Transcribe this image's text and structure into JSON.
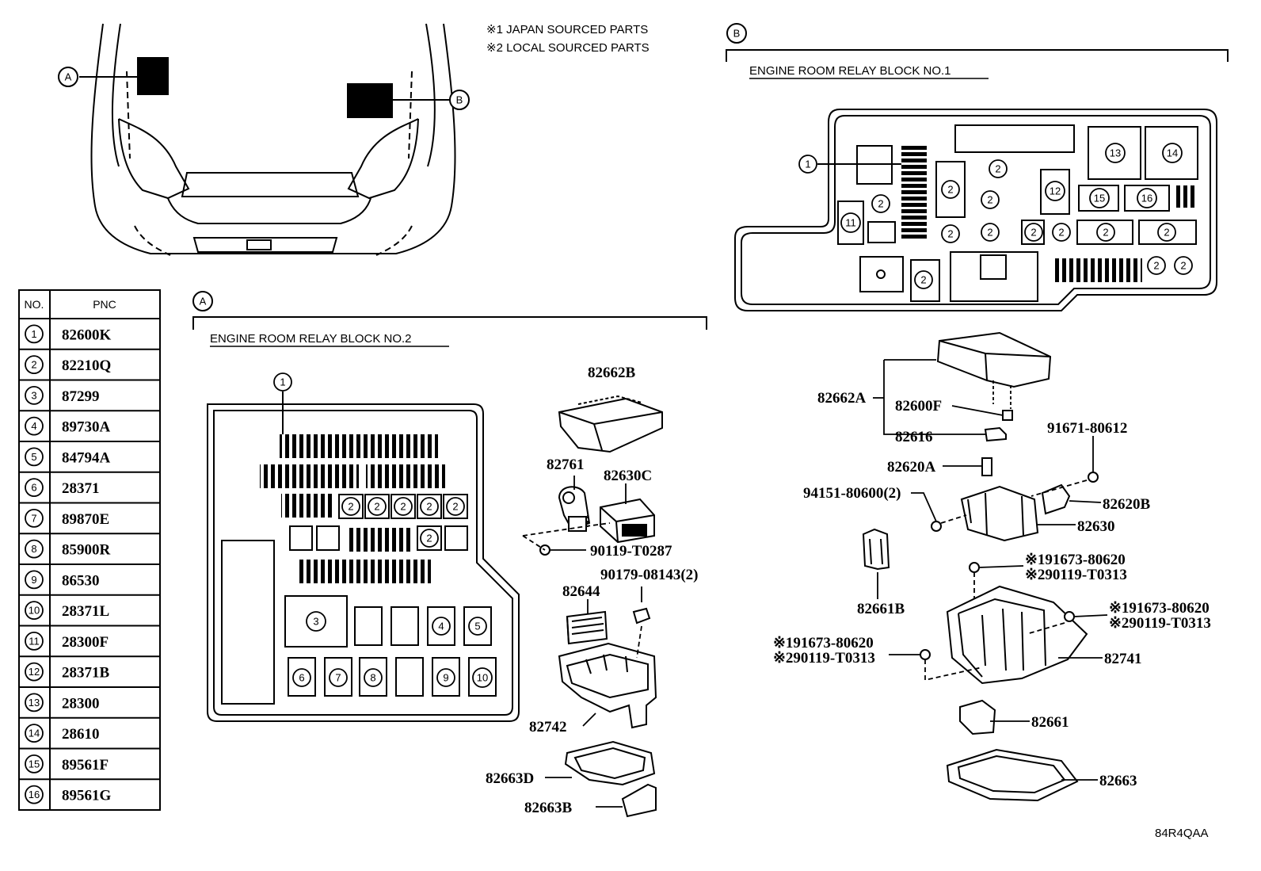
{
  "notes": [
    "※1 JAPAN SOURCED PARTS",
    "※2 LOCAL SOURCED PARTS"
  ],
  "locator": {
    "a": "A",
    "b": "B"
  },
  "section_a": {
    "marker": "A",
    "title": "ENGINE ROOM RELAY BLOCK NO.2"
  },
  "section_b": {
    "marker": "B",
    "title": "ENGINE ROOM RELAY BLOCK NO.1"
  },
  "table": {
    "head_no": "NO.",
    "head_pnc": "PNC",
    "rows": [
      {
        "no": "1",
        "pnc": "82600K"
      },
      {
        "no": "2",
        "pnc": "82210Q"
      },
      {
        "no": "3",
        "pnc": "87299"
      },
      {
        "no": "4",
        "pnc": "89730A"
      },
      {
        "no": "5",
        "pnc": "84794A"
      },
      {
        "no": "6",
        "pnc": "28371"
      },
      {
        "no": "7",
        "pnc": "89870E"
      },
      {
        "no": "8",
        "pnc": "85900R"
      },
      {
        "no": "9",
        "pnc": "86530"
      },
      {
        "no": "10",
        "pnc": "28371L"
      },
      {
        "no": "11",
        "pnc": "28300F"
      },
      {
        "no": "12",
        "pnc": "28371B"
      },
      {
        "no": "13",
        "pnc": "28300"
      },
      {
        "no": "14",
        "pnc": "28610"
      },
      {
        "no": "15",
        "pnc": "89561F"
      },
      {
        "no": "16",
        "pnc": "89561G"
      }
    ]
  },
  "block_a": {
    "c1": "1",
    "c2": "2",
    "c3": "3",
    "c4": "4",
    "c5": "5",
    "c6": "6",
    "c7": "7",
    "c8": "8",
    "c9": "9",
    "c10": "10"
  },
  "block_b": {
    "c1": "1",
    "c2": "2",
    "c11": "11",
    "c12": "12",
    "c13": "13",
    "c14": "14",
    "c15": "15",
    "c16": "16"
  },
  "parts_a": {
    "p82662B": "82662B",
    "p82761": "82761",
    "p82630C": "82630C",
    "p90119T0287": "90119-T0287",
    "p90179": "90179-08143(2)",
    "p82644": "82644",
    "p82742": "82742",
    "p82663D": "82663D",
    "p82663B": "82663B"
  },
  "parts_b": {
    "p82662A": "82662A",
    "p82600F": "82600F",
    "p82616": "82616",
    "p91671": "91671-80612",
    "p82620A": "82620A",
    "p94151": "94151-80600(2)",
    "p82620B": "82620B",
    "p82630": "82630",
    "p82661B": "82661B",
    "s1a": "※191673-80620",
    "s2a": "※290119-T0313",
    "s1b": "※191673-80620",
    "s2b": "※290119-T0313",
    "s1c": "※191673-80620",
    "s2c": "※290119-T0313",
    "p82741": "82741",
    "p82661": "82661",
    "p82663": "82663"
  },
  "figure_code": "84R4QAA"
}
